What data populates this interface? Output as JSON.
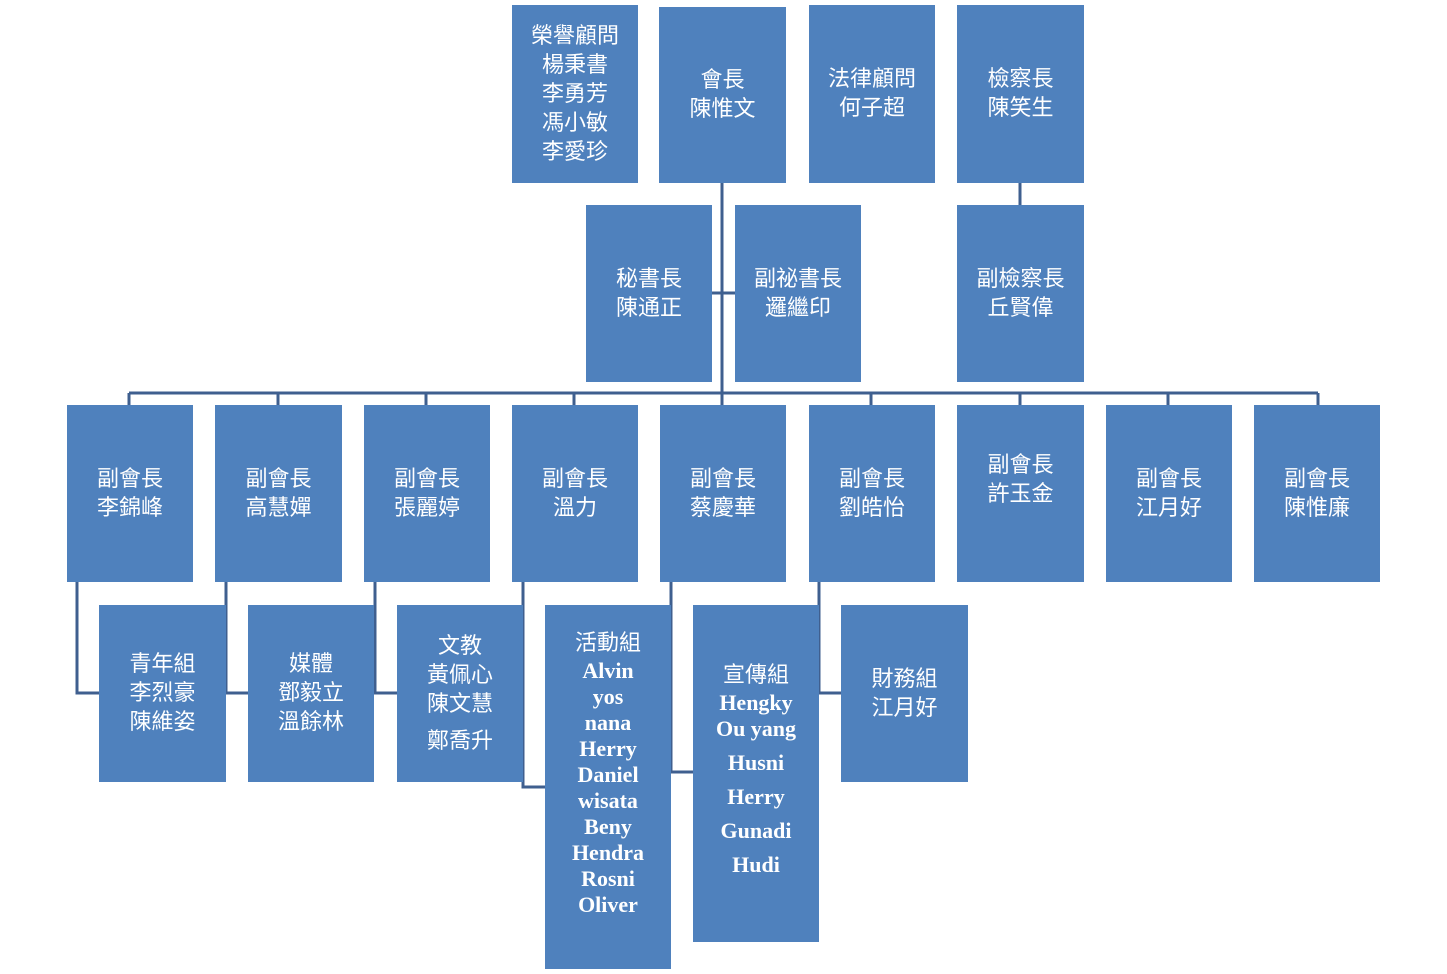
{
  "top": {
    "honorary": {
      "title": "榮譽顧問",
      "names": [
        "楊秉書",
        "李勇芳",
        "馮小敏",
        "李愛珍"
      ]
    },
    "president": {
      "title": "會長",
      "name": "陳惟文"
    },
    "legal": {
      "title": "法律顧問",
      "name": "何子超"
    },
    "inspector": {
      "title": "檢察長",
      "name": "陳笑生"
    }
  },
  "second": {
    "secretary": {
      "title": "秘書長",
      "name": "陳通正"
    },
    "deputy_secretary": {
      "title": "副祕書長",
      "name": "邏繼印"
    },
    "deputy_inspector": {
      "title": "副檢察長",
      "name": "丘賢偉"
    }
  },
  "vice_presidents": [
    {
      "title": "副會長",
      "name": "李錦峰"
    },
    {
      "title": "副會長",
      "name": "高慧嬋"
    },
    {
      "title": "副會長",
      "name": "張麗婷"
    },
    {
      "title": "副會長",
      "name": "溫力"
    },
    {
      "title": "副會長",
      "name": "蔡慶華"
    },
    {
      "title": "副會長",
      "name": "劉皓怡"
    },
    {
      "title": "副會長",
      "name": "許玉金"
    },
    {
      "title": "副會長",
      "name": "江月好"
    },
    {
      "title": "副會長",
      "name": "陳惟廉"
    }
  ],
  "groups": {
    "youth": {
      "title": "青年組",
      "members": [
        "李烈豪",
        "陳維姿"
      ]
    },
    "media": {
      "title": "媒體",
      "members": [
        "鄧毅立",
        "溫餘林"
      ]
    },
    "education": {
      "title": "文教",
      "members": [
        "黃佩心",
        "陳文慧",
        "鄭喬升"
      ]
    },
    "activity": {
      "title": "活動組",
      "members": [
        "Alvin",
        "yos",
        "nana",
        "Herry",
        "Daniel",
        "wisata",
        "Beny",
        "Hendra",
        "Rosni",
        "Oliver"
      ]
    },
    "publicity": {
      "title": "宣傳組",
      "members": [
        "Hengky",
        "Ou yang",
        "Husni",
        "Herry",
        "Gunadi",
        "Hudi"
      ]
    },
    "finance": {
      "title": "財務組",
      "members": [
        "江月好"
      ]
    }
  },
  "colors": {
    "box": "#4f81bd",
    "line": "#3f5f8f",
    "text": "#ffffff"
  }
}
